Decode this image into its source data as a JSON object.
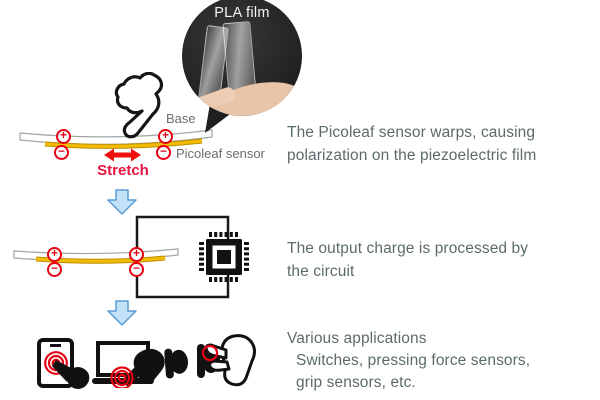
{
  "callout": {
    "label": "PLA film"
  },
  "stage1": {
    "base_label": "Base",
    "sensor_label": "Picoleaf sensor",
    "stretch_label": "Stretch",
    "description_line1": "The Picoleaf sensor warps, causing",
    "description_line2": "polarization on the piezoelectric film"
  },
  "stage2": {
    "description_line1": "The output charge is processed by",
    "description_line2": "the circuit"
  },
  "stage3": {
    "title": "Various applications",
    "description_line1": "Switches, pressing force sensors,",
    "description_line2": "grip sensors, etc."
  },
  "charges": {
    "plus": "+",
    "minus": "−"
  },
  "colors": {
    "text": "#5c6b6b",
    "charge_red": "#e60012",
    "stretch_red": "#e8123d",
    "film_yellow": "#f2bb05",
    "arrow_blue_fill": "#c3e1f7",
    "arrow_blue_stroke": "#5b9bd5"
  }
}
